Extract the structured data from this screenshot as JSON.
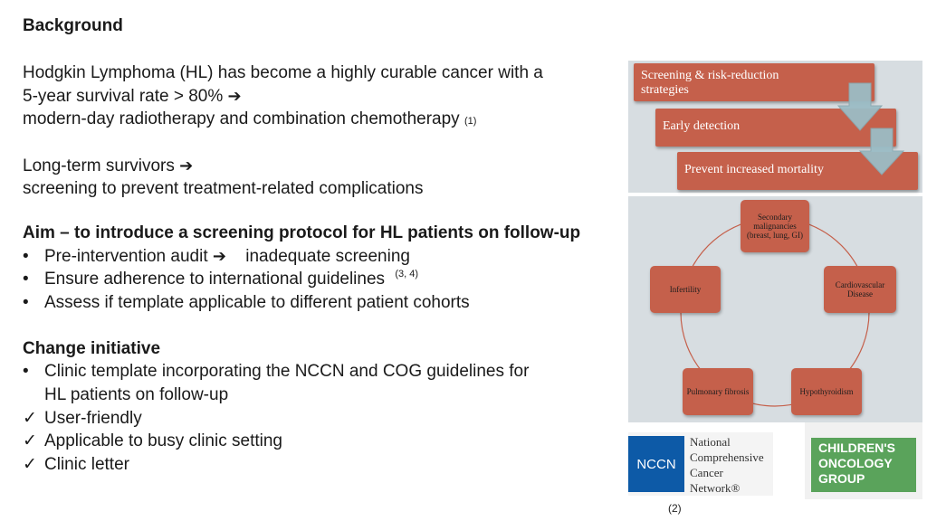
{
  "heading": "Background",
  "bg_line1": "Hodgkin Lymphoma (HL) has become a highly curable cancer with a",
  "bg_line2": "5-year survival rate > 80%",
  "bg_line3": "modern-day radiotherapy and combination chemotherapy",
  "bg_ref1": "(1)",
  "lt_line1": "Long-term survivors",
  "lt_line2": "screening to prevent treatment-related complications",
  "aim_heading": "Aim – to introduce a screening protocol for HL patients on follow-up",
  "aim_items": [
    {
      "text": "Pre-intervention audit",
      "after": "inadequate screening"
    },
    {
      "text": "Ensure adherence to international guidelines",
      "ref": "(3, 4)"
    },
    {
      "text": "Assess if template applicable to different patient cohorts"
    }
  ],
  "change_heading": "Change initiative",
  "change_bullet_line1": "Clinic template incorporating the NCCN and COG guidelines for",
  "change_bullet_line2": "HL patients on follow-up",
  "checks": [
    "User-friendly",
    "Applicable to busy clinic setting",
    "Clinic letter"
  ],
  "figure1": {
    "boxes": [
      "Screening & risk-reduction\nstrategies",
      "Early detection",
      "Prevent increased mortality"
    ],
    "box_color": "#c5604b",
    "arrow_color": "#9bbcc5"
  },
  "figure2": {
    "nodes": [
      "Secondary malignancies (breast, lung, GI)",
      "Cardiovascular Disease",
      "Hypothyroidism",
      "Pulmonary fibrosis",
      "Infertility"
    ]
  },
  "logos": {
    "nccn_abbr": "NCCN",
    "nccn_full": "National\nComprehensive\nCancer\nNetwork®",
    "cog": "CHILDREN'S\nONCOLOGY\nGROUP"
  },
  "ref2": "(2)",
  "icons": {
    "arrow": "right-arrow-icon",
    "check": "checkmark-icon",
    "bullet": "bullet-icon"
  }
}
